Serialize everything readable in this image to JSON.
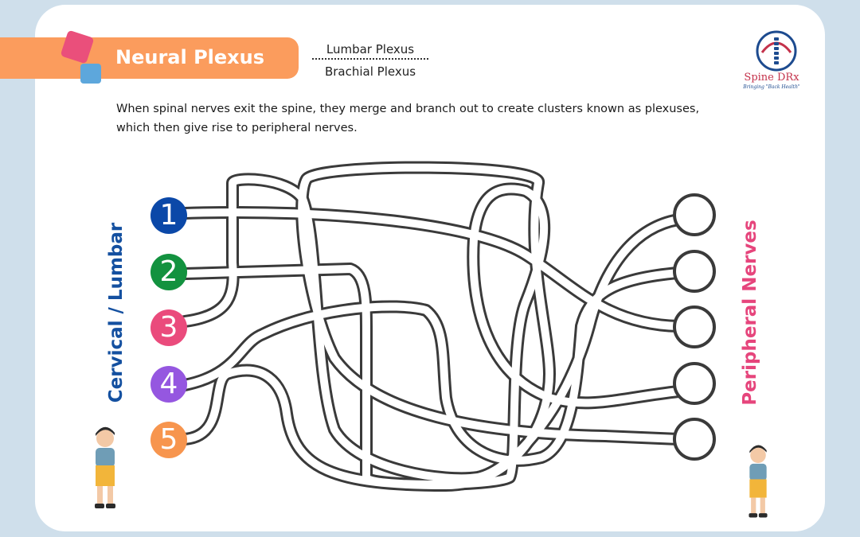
{
  "header": {
    "title": "Neural Plexus",
    "plexus_options": [
      "Lumbar Plexus",
      "Brachial Plexus"
    ]
  },
  "logo": {
    "name": "Spine DRx",
    "tagline": "Bringing \"Back Health\""
  },
  "intro_text": "When spinal nerves exit the spine, they merge and branch out to create clusters known as plexuses, which then give rise to peripheral nerves.",
  "left_label": "Cervical / Lumbar",
  "right_label": "Peripheral Nerves",
  "sources": [
    {
      "label": "1",
      "color": "#0b48a8"
    },
    {
      "label": "2",
      "color": "#13923f"
    },
    {
      "label": "3",
      "color": "#ea4b7c"
    },
    {
      "label": "4",
      "color": "#9557e0"
    },
    {
      "label": "5",
      "color": "#f7954e"
    }
  ],
  "colors": {
    "banner": "#fb9c5d",
    "background": "#cfdfeb",
    "left_label": "#1450a0",
    "right_label": "#e6457c"
  }
}
